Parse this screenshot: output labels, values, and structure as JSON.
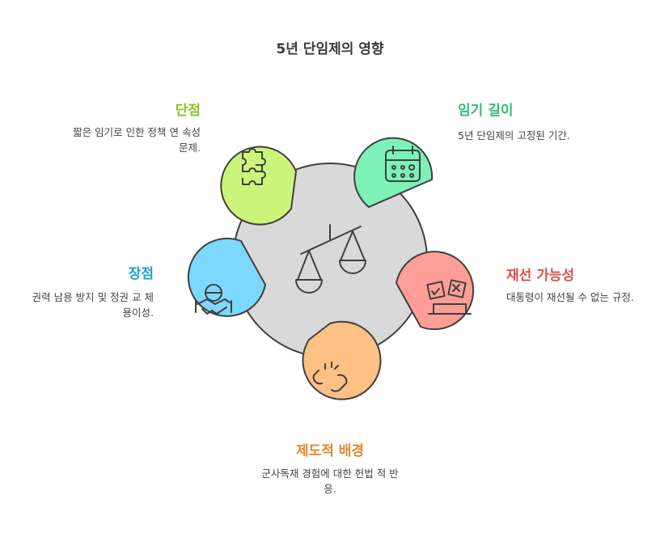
{
  "title": "5년 단임제의 영향",
  "items": [
    {
      "key": "cons",
      "heading": "단점",
      "description": "짧은 임기로 인한 정책 연 속성 문제.",
      "color": "#8dbf2a",
      "fill": "#cbf57a",
      "icon": "puzzle-icon"
    },
    {
      "key": "term",
      "heading": "임기 길이",
      "description": "5년 단임제의 고정된 기간.",
      "color": "#2fbf7a",
      "fill": "#7bf2b8",
      "icon": "calendar-icon"
    },
    {
      "key": "pros",
      "heading": "장점",
      "description": "권력 남용 방지 및 정권 교 체 용이성.",
      "color": "#1aa3c8",
      "fill": "#7dd8ff",
      "icon": "handshake-icon"
    },
    {
      "key": "reelection",
      "heading": "재선 가능성",
      "description": "대통령이 재선될 수 없는 규정.",
      "color": "#e0504a",
      "fill": "#ff9e97",
      "icon": "ballot-box-icon"
    },
    {
      "key": "background",
      "heading": "제도적 배경",
      "description": "군사독재 경험에 대한 헌법 적 반응.",
      "color": "#e2892e",
      "fill": "#ffc084",
      "icon": "broken-chain-icon"
    }
  ]
}
